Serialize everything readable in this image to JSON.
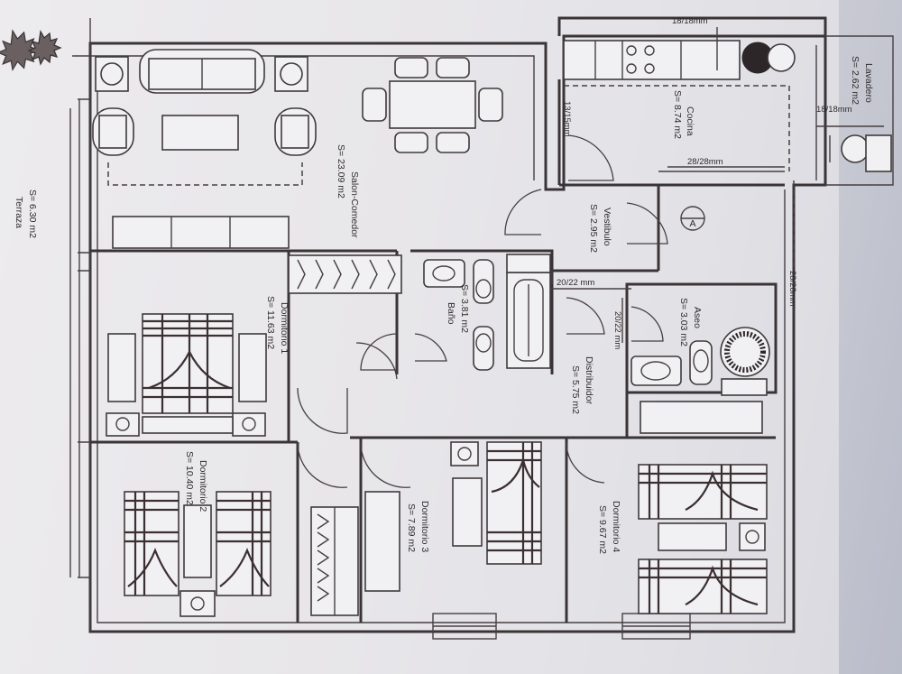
{
  "rooms": [
    {
      "id": "salon",
      "name": "Salon-Comedor",
      "area": "S= 23.09 m2"
    },
    {
      "id": "cocina",
      "name": "Cocina",
      "area": "S= 8.74 m2"
    },
    {
      "id": "lavadero",
      "name": "Lavadero",
      "area": "S= 2.62 m2"
    },
    {
      "id": "terraza",
      "name": "Terraza",
      "area": "S= 6.30 m2"
    },
    {
      "id": "vestibulo",
      "name": "Vestibulo",
      "area": "S= 2.95 m2"
    },
    {
      "id": "dormitorio1",
      "name": "Dormitorio 1",
      "area": "S= 11.63 m2"
    },
    {
      "id": "bano",
      "name": "Baño",
      "area": "S= 3.81 m2"
    },
    {
      "id": "aseo",
      "name": "Aseo",
      "area": "S= 3.03 m2"
    },
    {
      "id": "distribuidor",
      "name": "Distribuidor",
      "area": "S= 5.75 m2"
    },
    {
      "id": "dormitorio2",
      "name": "Dormitorio 2",
      "area": "S= 10.40 m2"
    },
    {
      "id": "dormitorio3",
      "name": "Dormitorio 3",
      "area": "S= 7.89 m2"
    },
    {
      "id": "dormitorio4",
      "name": "Dormitorio 4",
      "area": "S= 9.67 m2"
    }
  ],
  "pipes": [
    {
      "id": "p1",
      "label": "18/18mm"
    },
    {
      "id": "p2",
      "label": "28/28mm"
    },
    {
      "id": "p3",
      "label": "18/18mm"
    },
    {
      "id": "p4",
      "label": "13/15mm"
    },
    {
      "id": "p5",
      "label": "20/22 mm"
    },
    {
      "id": "p6",
      "label": "20/22 mm"
    },
    {
      "id": "p7",
      "label": "28/28mm"
    }
  ],
  "marker": "A"
}
